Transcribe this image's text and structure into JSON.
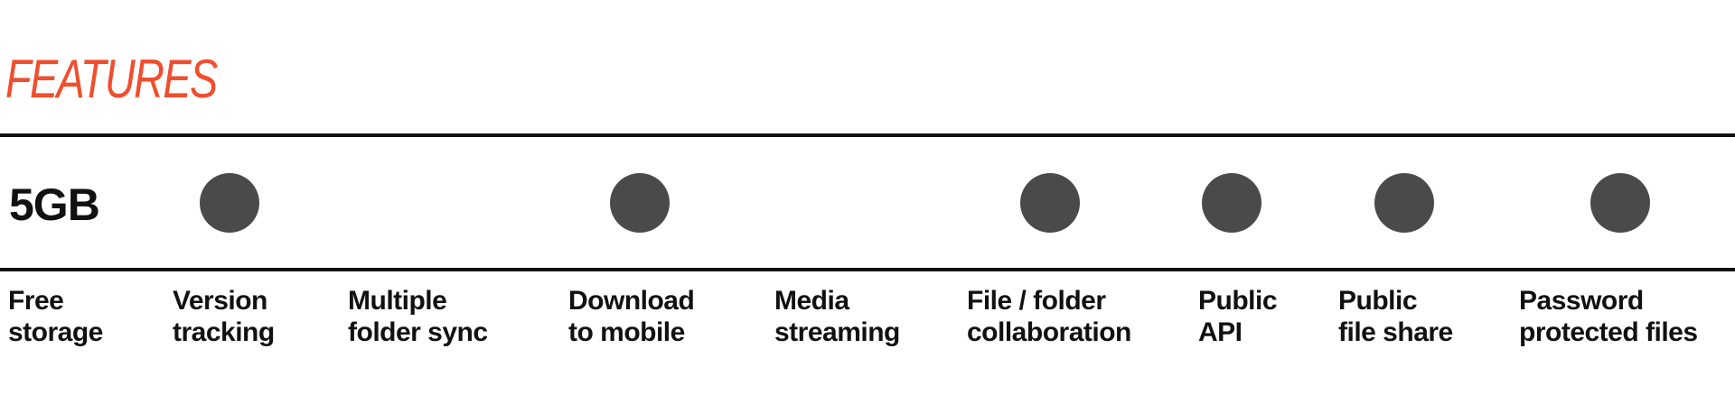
{
  "title": "FEATURES",
  "storage_value": "5GB",
  "colors": {
    "accent": "#f04e2e",
    "dot": "#4a4a4a",
    "rule": "#111111"
  },
  "features": [
    {
      "line1": "Free",
      "line2": "storage"
    },
    {
      "line1": "Version",
      "line2": "tracking",
      "dot": true
    },
    {
      "line1": "Multiple",
      "line2": "folder sync"
    },
    {
      "line1": "Download",
      "line2": "to mobile",
      "dot": true
    },
    {
      "line1": "Media",
      "line2": "streaming"
    },
    {
      "line1": "File / folder",
      "line2": "collaboration",
      "dot": true
    },
    {
      "line1": "Public",
      "line2": "API",
      "dot": true
    },
    {
      "line1": "Public",
      "line2": "file share",
      "dot": true
    },
    {
      "line1": "Password",
      "line2": "protected files",
      "dot": true
    }
  ]
}
